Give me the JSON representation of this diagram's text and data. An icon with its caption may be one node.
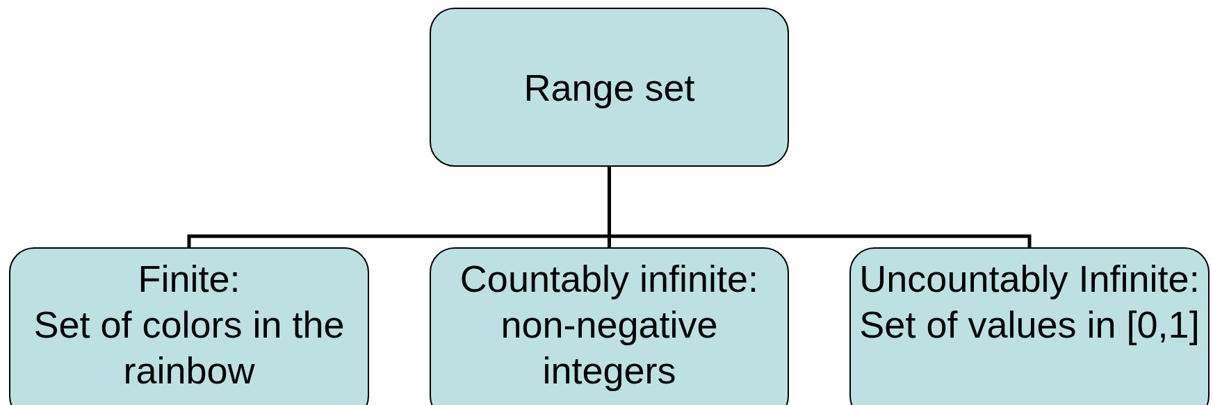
{
  "diagram": {
    "nodes": [
      {
        "text": [
          "Range set"
        ]
      },
      {
        "text": [
          "Finite:",
          "Set of colors in the rainbow"
        ]
      },
      {
        "text": [
          "Countably infinite:",
          "non-negative integers"
        ]
      },
      {
        "text": [
          "Uncountably Infinite:",
          "Set of values in [0,1]"
        ]
      }
    ],
    "edges": [
      {
        "from": 0,
        "to": 1,
        "arrow": "none"
      },
      {
        "from": 0,
        "to": 2,
        "arrow": "none"
      },
      {
        "from": 0,
        "to": 3,
        "arrow": "none"
      }
    ]
  }
}
